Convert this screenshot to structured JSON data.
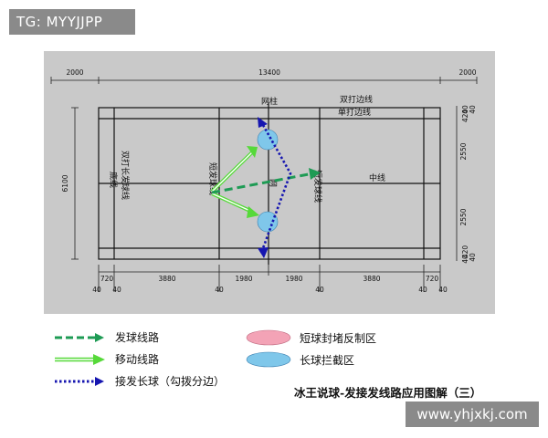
{
  "watermark_top": "TG: MYYJJPP",
  "watermark_bottom": "www.yhjxkj.com",
  "dims": {
    "left_alley": "2000",
    "total": "13400",
    "right_alley": "2000",
    "width": "6100",
    "right_stack": [
      "40",
      "420",
      "40",
      "2550",
      "2550",
      "40",
      "420",
      "40"
    ],
    "bottom": [
      "720",
      "3880",
      "1980",
      "1980",
      "3880",
      "720"
    ],
    "bottom_small": [
      "40",
      "40",
      "40",
      "40",
      "40",
      "40"
    ]
  },
  "labels": {
    "net_post": "网柱",
    "doubles_sideline": "双打边线",
    "singles_sideline": "单打边线",
    "baseline": "底线",
    "doubles_long_service_line": "双打长发球线",
    "short_service_line_left": "短发球线",
    "net": "网",
    "short_service_line_right": "短发球线",
    "center_line": "中线"
  },
  "legend": [
    {
      "label": "发球线路",
      "symbol": "green-dashed-arrow"
    },
    {
      "label": "移动线路",
      "symbol": "green-double-arrow"
    },
    {
      "label": "接发长球（勾拨分边）",
      "symbol": "blue-dotted-arrow"
    },
    {
      "label": "短球封堵反制区",
      "symbol": "pink-ellipse"
    },
    {
      "label": "长球拦截区",
      "symbol": "blue-ellipse"
    }
  ],
  "caption": "冰王说球-发接发线路应用图解（三）",
  "colors": {
    "panel": "#c9c9c9",
    "serve_green": "#1e9b54",
    "move_green": "#56d93a",
    "long_blue": "#1616b0",
    "zone_blue": "#7fc7ea",
    "zone_pink": "#f3a3b6"
  }
}
